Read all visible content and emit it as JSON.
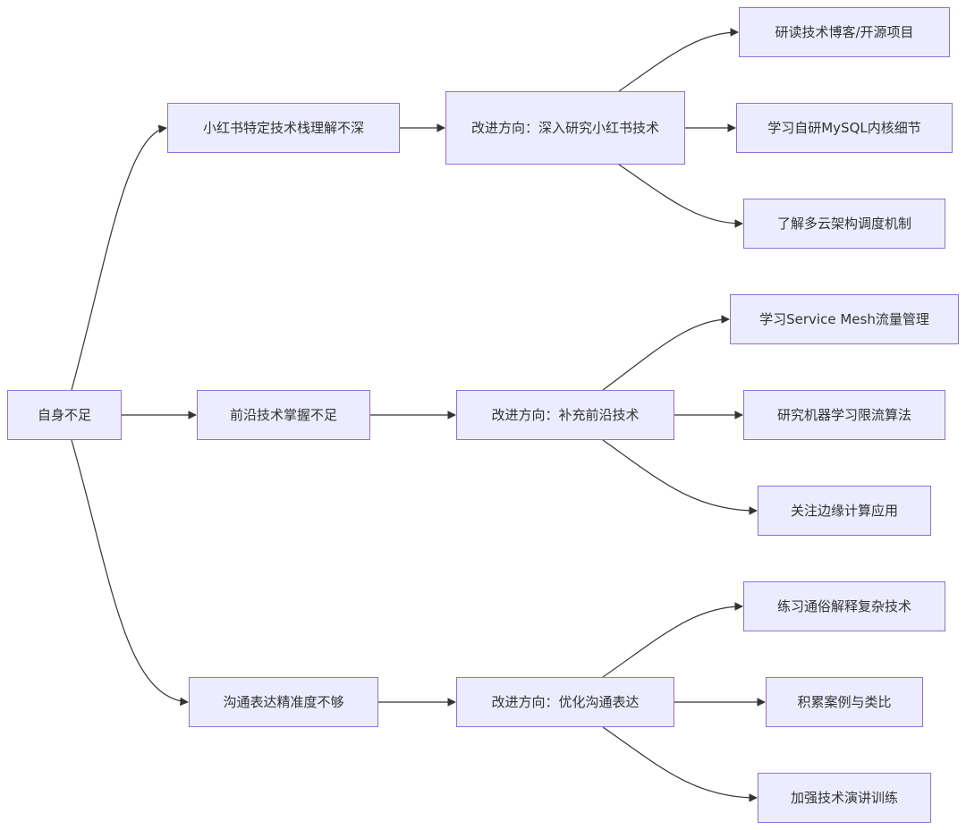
{
  "diagram": {
    "root": {
      "label": "自身不足"
    },
    "branches": [
      {
        "gap": "小红书特定技术栈理解不深",
        "direction": "改进方向：深入研究小红书技术",
        "actions": [
          "研读技术博客/开源项目",
          "学习自研MySQL内核细节",
          "了解多云架构调度机制"
        ]
      },
      {
        "gap": "前沿技术掌握不足",
        "direction": "改进方向：补充前沿技术",
        "actions": [
          "学习Service Mesh流量管理",
          "研究机器学习限流算法",
          "关注边缘计算应用"
        ]
      },
      {
        "gap": "沟通表达精准度不够",
        "direction": "改进方向：优化沟通表达",
        "actions": [
          "练习通俗解释复杂技术",
          "积累案例与类比",
          "加强技术演讲训练"
        ]
      }
    ]
  },
  "colors": {
    "node_fill": "#ececff",
    "node_border": "#9370db",
    "edge": "#333333",
    "text": "#333333"
  }
}
